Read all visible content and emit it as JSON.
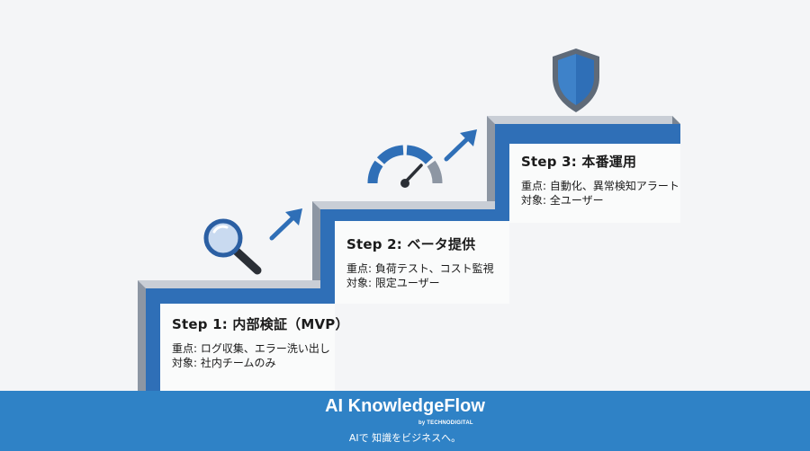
{
  "steps": [
    {
      "title": "Step 1: 内部検証（MVP）",
      "focus": "重点: ログ収集、エラー洗い出し",
      "target": "対象: 社内チームのみ",
      "icon": "magnifier-icon"
    },
    {
      "title": "Step 2: ベータ提供",
      "focus": "重点: 負荷テスト、コスト監視",
      "target": "対象: 限定ユーザー",
      "icon": "speedometer-icon"
    },
    {
      "title": "Step 3: 本番運用",
      "focus": "重点: 自動化、異常検知アラート",
      "target": "対象: 全ユーザー",
      "icon": "shield-icon"
    }
  ],
  "footer": {
    "brand": "AI KnowledgeFlow",
    "by": "by TECHNODIGITAL",
    "tagline": "AIで 知識をビジネスへ。"
  },
  "colors": {
    "background": "#f4f5f7",
    "stair_blue": "#2f6fb7",
    "stair_top": "#c9ced6",
    "stair_side": "#8d96a3",
    "accent_blue": "#3a78c2",
    "footer": "#2f82c6"
  }
}
